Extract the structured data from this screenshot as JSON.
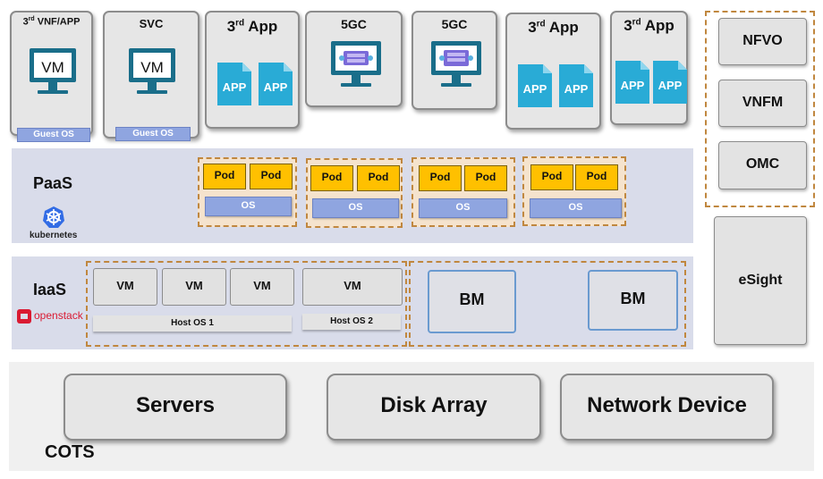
{
  "top_cards": [
    {
      "title_pre": "3",
      "title_sup": "rd",
      "title_post": " VNF/APP",
      "vm": "VM",
      "guest_os": "Guest OS"
    },
    {
      "title_pre": "SVC",
      "title_sup": "",
      "title_post": "",
      "vm": "VM",
      "guest_os": "Guest OS"
    },
    {
      "title_pre": "3",
      "title_sup": "rd",
      "title_post": " App",
      "apps": [
        "APP",
        "APP"
      ]
    },
    {
      "title_pre": "5GC",
      "title_sup": "",
      "title_post": ""
    },
    {
      "title_pre": "5GC",
      "title_sup": "",
      "title_post": ""
    },
    {
      "title_pre": "3",
      "title_sup": "rd",
      "title_post": " App",
      "apps": [
        "APP",
        "APP"
      ]
    },
    {
      "title_pre": "3",
      "title_sup": "rd",
      "title_post": " App",
      "apps": [
        "APP",
        "APP"
      ]
    }
  ],
  "paas": {
    "label": "PaaS",
    "logo_text": "kubernetes",
    "groups": [
      {
        "pods": [
          "Pod",
          "Pod"
        ],
        "os": "OS"
      },
      {
        "pods": [
          "Pod",
          "Pod"
        ],
        "os": "OS"
      },
      {
        "pods": [
          "Pod",
          "Pod"
        ],
        "os": "OS"
      },
      {
        "pods": [
          "Pod",
          "Pod"
        ],
        "os": "OS"
      }
    ]
  },
  "iaas": {
    "label": "IaaS",
    "logo_text": "openstack",
    "vms": [
      "VM",
      "VM",
      "VM",
      "VM"
    ],
    "host_os": [
      "Host OS 1",
      "Host OS 2"
    ],
    "bm": [
      "BM",
      "BM"
    ]
  },
  "management": [
    "NFVO",
    "VNFM",
    "OMC"
  ],
  "esight": "eSight",
  "cots": {
    "label": "COTS",
    "items": [
      "Servers",
      "Disk Array",
      "Network Device"
    ]
  },
  "colors": {
    "band": "#d9dcea",
    "pod": "#ffc000",
    "os": "#8fa5e0",
    "dashed_border": "#c0873f",
    "app_icon": "#29abd6",
    "monitor": "#1a6e8a"
  }
}
